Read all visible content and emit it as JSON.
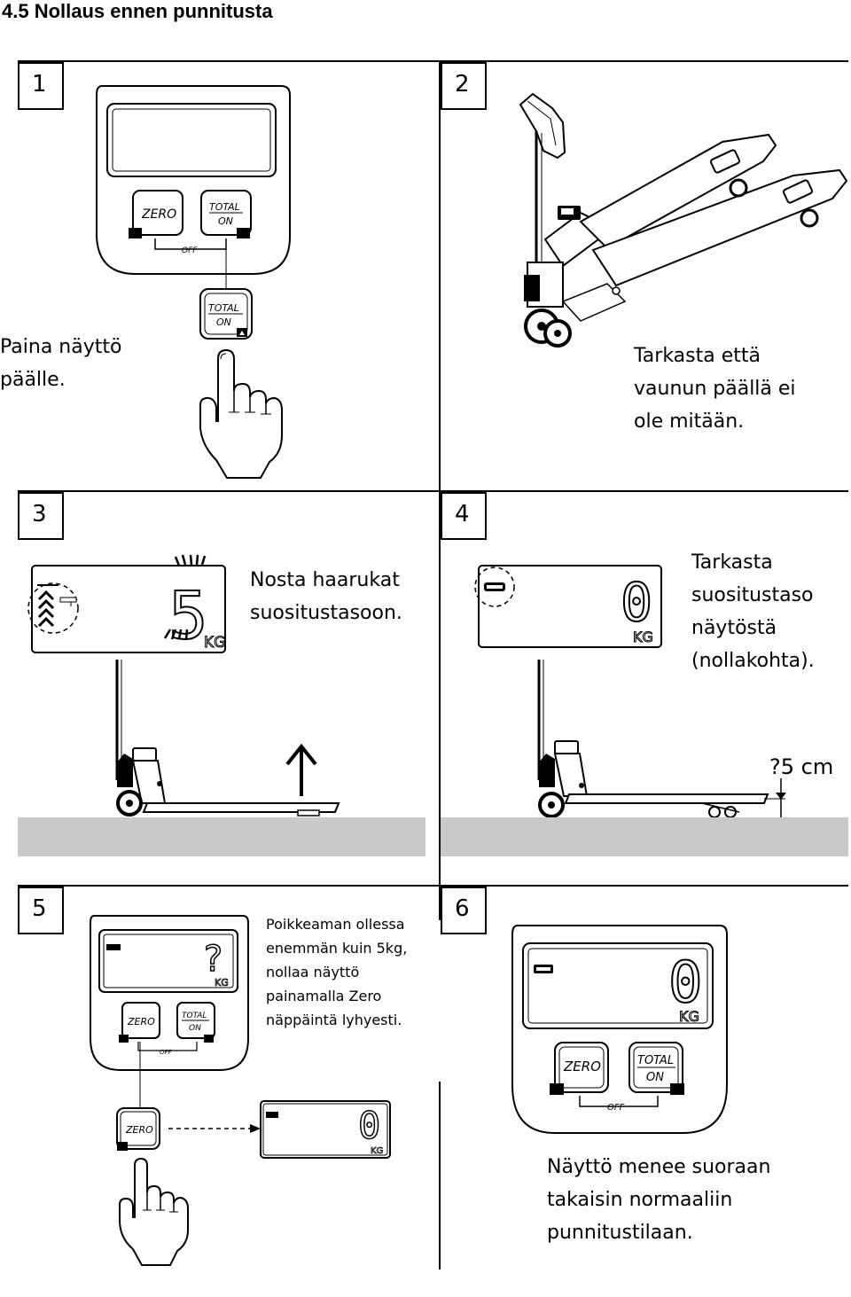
{
  "heading": "4.5 Nollaus ennen punnitusta",
  "steps": [
    {
      "number": "1",
      "text_lines": [
        "Paina näyttö",
        "päälle."
      ]
    },
    {
      "number": "2",
      "text_lines": [
        "Tarkasta että",
        "vaunun päällä ei",
        "ole mitään."
      ]
    },
    {
      "number": "3",
      "text_lines": [
        "Nosta haarukat",
        "suositustasoon."
      ]
    },
    {
      "number": "4",
      "text_lines": [
        "Tarkasta",
        "suositustaso",
        "näytöstä",
        "(nollakohta)."
      ]
    },
    {
      "number": "5",
      "text_lines": [
        "Poikkeaman ollessa",
        "enemmän kuin 5kg,",
        "nollaa näyttö",
        "painamalla Zero",
        "näppäintä lyhyesti."
      ]
    },
    {
      "number": "6",
      "text_lines": [
        "Näyttö menee suoraan",
        "takaisin normaaliin",
        "punnitustilaan."
      ]
    }
  ],
  "indicator": {
    "zero_label": "ZERO",
    "total_label": "TOTAL",
    "on_label": "ON",
    "off_label": "OFF",
    "unit_label": "KG"
  },
  "readings": {
    "step3_digit": "5",
    "step4_digit": "0",
    "step5_symbol": "?",
    "step5_zoom_digit": "0",
    "step6_digit": "0"
  },
  "height_label": "?5 cm",
  "icons": [
    "finger-pointing-hand-icon",
    "up-arrow-icon",
    "dashed-arrow-icon",
    "level-chevrons-icon"
  ]
}
